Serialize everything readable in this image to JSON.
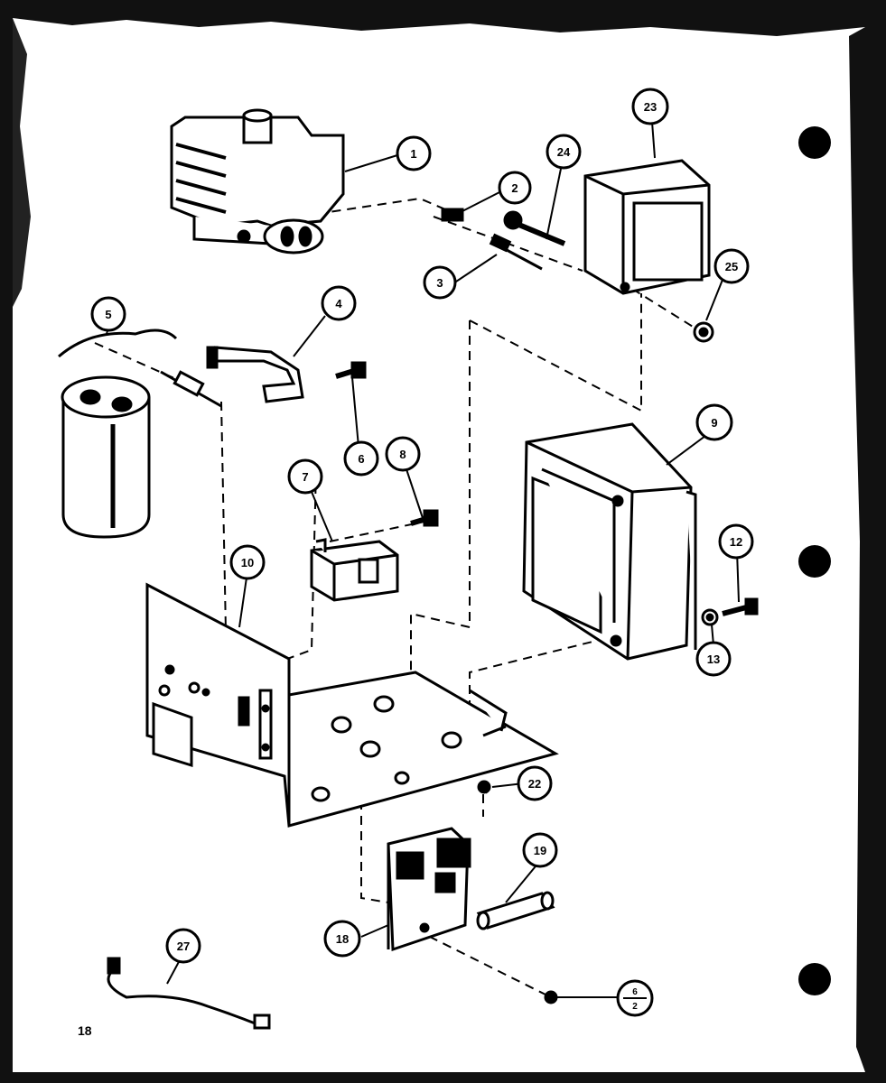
{
  "page_number": "18",
  "callouts": {
    "c1": "1",
    "c2": "2",
    "c3": "3",
    "c4": "4",
    "c5": "5",
    "c6": "6",
    "c7": "7",
    "c8": "8",
    "c9": "9",
    "c10": "10",
    "c12": "12",
    "c13": "13",
    "c18": "18",
    "c19": "19",
    "c22": "22",
    "c23": "23",
    "c24": "24",
    "c25": "25",
    "c27": "27",
    "c6_over_2_top": "6",
    "c6_over_2_bottom": "2"
  },
  "colors": {
    "ink": "#000000",
    "paper": "#ffffff",
    "frame": "#111111"
  }
}
